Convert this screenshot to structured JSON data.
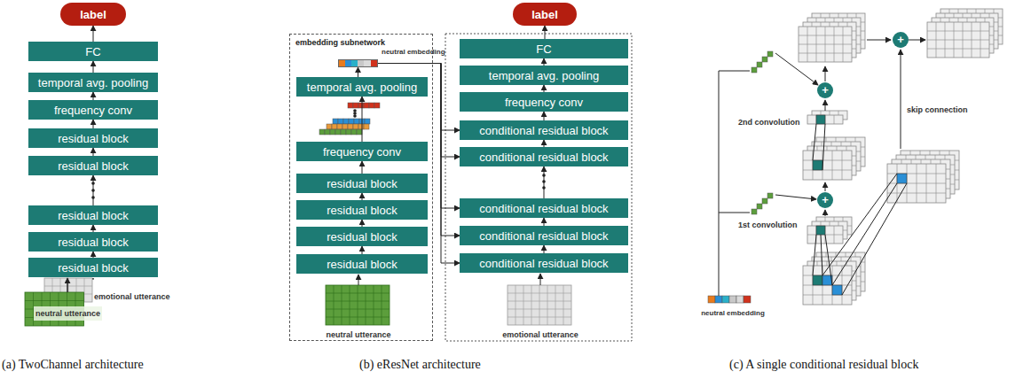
{
  "diagram": {
    "nodes": [
      {
        "text": [
          "label"
        ]
      },
      {
        "text": [
          "FC"
        ]
      },
      {
        "text": [
          "temporal avg. pooling"
        ]
      },
      {
        "text": [
          "frequency conv"
        ]
      },
      {
        "text": [
          "residual block"
        ]
      },
      {
        "text": [
          "residual block"
        ]
      },
      {
        "text": [
          "residual block"
        ]
      },
      {
        "text": [
          "residual block"
        ]
      },
      {
        "text": [
          "residual block"
        ]
      },
      {
        "text": [
          "embedding subnetwork"
        ]
      },
      {
        "text": [
          "neutral embedding"
        ],
        "in": 9
      },
      {
        "text": [
          "temporal avg. pooling"
        ],
        "in": 9
      },
      {
        "text": [
          "frequency conv"
        ],
        "in": 9
      },
      {
        "text": [
          "residual block"
        ],
        "in": 9
      },
      {
        "text": [
          "residual block"
        ],
        "in": 9
      },
      {
        "text": [
          "residual block"
        ],
        "in": 9
      },
      {
        "text": [
          "residual block"
        ],
        "in": 9
      },
      {
        "text": [
          "label"
        ]
      },
      {
        "text": [
          "FC"
        ]
      },
      {
        "text": [
          "temporal avg. pooling"
        ]
      },
      {
        "text": [
          "frequency conv"
        ]
      },
      {
        "text": [
          "conditional residual block"
        ]
      },
      {
        "text": [
          "conditional residual block"
        ]
      },
      {
        "text": [
          "conditional residual block"
        ]
      },
      {
        "text": [
          "conditional residual block"
        ]
      },
      {
        "text": [
          "conditional residual block"
        ]
      }
    ],
    "edges": [
      {
        "from": 8,
        "to": 7,
        "arrow": "to"
      },
      {
        "from": 7,
        "to": 6,
        "arrow": "to"
      },
      {
        "from": 6,
        "to": 5,
        "arrow": "to"
      },
      {
        "from": 5,
        "to": 4,
        "arrow": "to"
      },
      {
        "from": 4,
        "to": 3,
        "arrow": "to"
      },
      {
        "from": 3,
        "to": 2,
        "arrow": "to"
      },
      {
        "from": 2,
        "to": 1,
        "arrow": "to"
      },
      {
        "from": 1,
        "to": 0,
        "arrow": "to"
      },
      {
        "from": 16,
        "to": 15,
        "arrow": "to"
      },
      {
        "from": 15,
        "to": 14,
        "arrow": "to"
      },
      {
        "from": 14,
        "to": 13,
        "arrow": "to"
      },
      {
        "from": 13,
        "to": 12,
        "arrow": "to"
      },
      {
        "from": 12,
        "to": 11,
        "arrow": "to"
      },
      {
        "from": 11,
        "to": 10,
        "arrow": "to"
      },
      {
        "from": 10,
        "to": 21,
        "arrow": "to"
      },
      {
        "from": 10,
        "to": 22,
        "arrow": "to"
      },
      {
        "from": 10,
        "to": 23,
        "arrow": "to"
      },
      {
        "from": 10,
        "to": 24,
        "arrow": "to"
      },
      {
        "from": 10,
        "to": 25,
        "arrow": "to"
      },
      {
        "from": 25,
        "to": 24,
        "arrow": "to"
      },
      {
        "from": 24,
        "to": 23,
        "arrow": "to"
      },
      {
        "from": 23,
        "to": 22,
        "arrow": "to"
      },
      {
        "from": 22,
        "to": 21,
        "arrow": "to"
      },
      {
        "from": 21,
        "to": 20,
        "arrow": "to"
      },
      {
        "from": 20,
        "to": 19,
        "arrow": "to"
      },
      {
        "from": 19,
        "to": 18,
        "arrow": "to"
      },
      {
        "from": 18,
        "to": 17,
        "arrow": "to"
      }
    ],
    "labels": [
      "emotional utterance",
      "neutral utterance",
      "neutral utterance",
      "emotional utterance",
      "2nd convolution",
      "1st convolution",
      "skip connection",
      "neutral embedding",
      "+",
      "+",
      "+",
      "(a) TwoChannel architecture",
      "(b) eResNet architecture",
      "(c) A single conditional residual block"
    ]
  }
}
